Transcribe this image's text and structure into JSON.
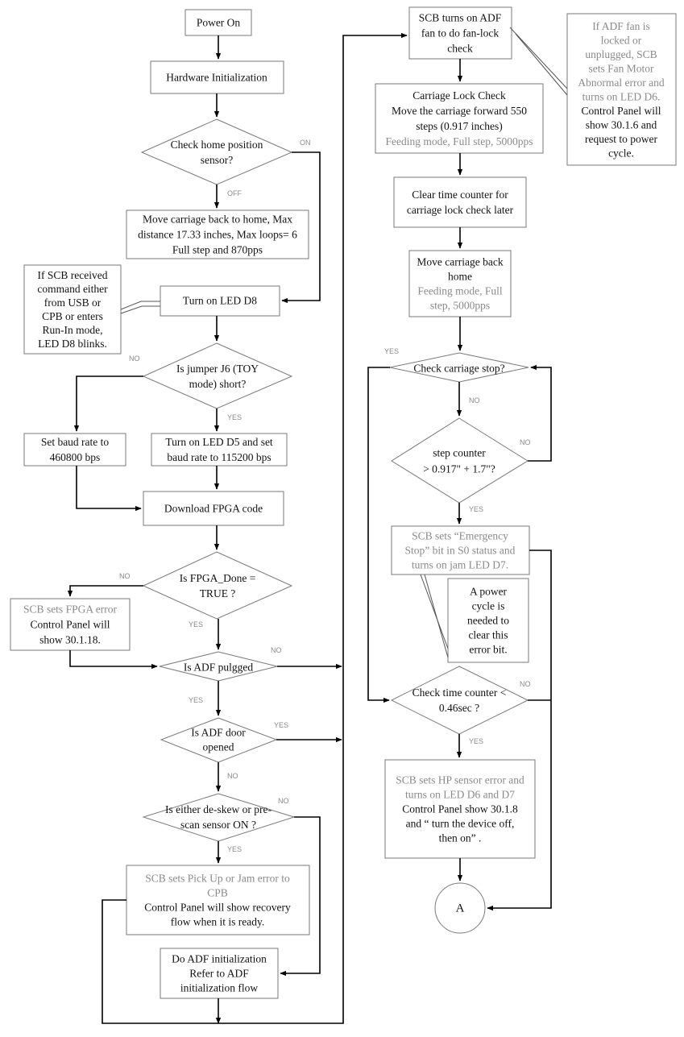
{
  "nodes": {
    "power_on": {
      "lines": [
        {
          "t": "Power On",
          "c": "dark"
        }
      ]
    },
    "hw_init": {
      "lines": [
        {
          "t": "Hardware Initialization",
          "c": "dark"
        }
      ]
    },
    "check_home": {
      "lines": [
        {
          "t": "Check home position",
          "c": "dark"
        },
        {
          "t": "sensor?",
          "c": "dark"
        }
      ]
    },
    "move_home": {
      "lines": [
        {
          "t": "Move carriage back to home, Max",
          "c": "dark"
        },
        {
          "t": "distance 17.33 inches, Max loops= 6",
          "c": "dark"
        },
        {
          "t": "Full step and 870pps",
          "c": "dark"
        }
      ]
    },
    "led_d8_note": {
      "lines": [
        {
          "t": "If SCB received",
          "c": "dark"
        },
        {
          "t": "command either",
          "c": "dark"
        },
        {
          "t": "from USB or",
          "c": "dark"
        },
        {
          "t": "CPB or enters",
          "c": "dark"
        },
        {
          "t": "Run-In mode,",
          "c": "dark"
        },
        {
          "t": "LED D8 blinks.",
          "c": "dark"
        }
      ]
    },
    "led_d8": {
      "lines": [
        {
          "t": "Turn on LED D8",
          "c": "dark"
        }
      ]
    },
    "jumper": {
      "lines": [
        {
          "t": "Is jumper J6 (TOY",
          "c": "dark"
        },
        {
          "t": "mode) short?",
          "c": "dark"
        }
      ]
    },
    "baud_460": {
      "lines": [
        {
          "t": "Set baud rate to",
          "c": "dark"
        },
        {
          "t": "460800 bps",
          "c": "dark"
        }
      ]
    },
    "baud_115": {
      "lines": [
        {
          "t": "Turn on LED D5 and set",
          "c": "dark"
        },
        {
          "t": "baud rate to 115200 bps",
          "c": "dark"
        }
      ]
    },
    "fpga_dl": {
      "lines": [
        {
          "t": "Download FPGA code",
          "c": "dark"
        }
      ]
    },
    "fpga_done": {
      "lines": [
        {
          "t": "Is FPGA_Done =",
          "c": "dark"
        },
        {
          "t": "TRUE ?",
          "c": "dark"
        }
      ]
    },
    "fpga_err": {
      "lines": [
        {
          "t": "SCB sets FPGA error",
          "c": "gray"
        },
        {
          "t": "Control Panel will",
          "c": "dark"
        },
        {
          "t": "show 30.1.18.",
          "c": "dark"
        }
      ]
    },
    "adf_plug": {
      "lines": [
        {
          "t": "Is ADF pulgged",
          "c": "dark"
        }
      ]
    },
    "adf_door": {
      "lines": [
        {
          "t": "Is ADF door",
          "c": "dark"
        },
        {
          "t": "opened",
          "c": "dark"
        }
      ]
    },
    "deskew": {
      "lines": [
        {
          "t": "Is either de-skew or pre-",
          "c": "dark"
        },
        {
          "t": "scan sensor ON ?",
          "c": "dark"
        }
      ]
    },
    "pickup_err": {
      "lines": [
        {
          "t": "SCB sets Pick Up or Jam error to",
          "c": "gray"
        },
        {
          "t": "CPB",
          "c": "gray"
        },
        {
          "t": "Control Panel will show recovery",
          "c": "dark"
        },
        {
          "t": "flow when it is ready.",
          "c": "dark"
        }
      ]
    },
    "adf_init": {
      "lines": [
        {
          "t": "Do ADF initialization",
          "c": "dark"
        },
        {
          "t": "Refer to ADF",
          "c": "dark"
        },
        {
          "t": "initialization flow",
          "c": "dark"
        }
      ]
    },
    "fan_check": {
      "lines": [
        {
          "t": "SCB turns on ADF",
          "c": "dark"
        },
        {
          "t": "fan to do fan-lock",
          "c": "dark"
        },
        {
          "t": "check",
          "c": "dark"
        }
      ]
    },
    "fan_note": {
      "lines": [
        {
          "t": "If ADF fan is",
          "c": "gray"
        },
        {
          "t": "locked or",
          "c": "gray"
        },
        {
          "t": "unplugged, SCB",
          "c": "gray"
        },
        {
          "t": "sets Fan Motor",
          "c": "gray"
        },
        {
          "t": "Abnormal error and",
          "c": "gray"
        },
        {
          "t": "turns on LED D6.",
          "c": "gray"
        },
        {
          "t": "Control Panel will",
          "c": "dark"
        },
        {
          "t": "show 30.1.6 and",
          "c": "dark"
        },
        {
          "t": "request to power",
          "c": "dark"
        },
        {
          "t": "cycle.",
          "c": "dark"
        }
      ]
    },
    "carriage_lock": {
      "lines": [
        {
          "t": "Carriage Lock Check",
          "c": "dark"
        },
        {
          "t": "Move the carriage forward 550",
          "c": "dark"
        },
        {
          "t": "steps (0.917 inches)",
          "c": "dark"
        },
        {
          "t": "Feeding mode, Full step, 5000pps",
          "c": "gray"
        }
      ]
    },
    "clear_counter": {
      "lines": [
        {
          "t": "Clear time counter for",
          "c": "dark"
        },
        {
          "t": "carriage lock check later",
          "c": "dark"
        }
      ]
    },
    "move_back": {
      "lines": [
        {
          "t": "Move carriage back",
          "c": "dark"
        },
        {
          "t": "home",
          "c": "dark"
        },
        {
          "t": "Feeding mode, Full",
          "c": "gray"
        },
        {
          "t": "step, 5000pps",
          "c": "gray"
        }
      ]
    },
    "carriage_stop": {
      "lines": [
        {
          "t": "Check carriage stop?",
          "c": "dark"
        }
      ]
    },
    "step_counter": {
      "lines": [
        {
          "t": "step counter",
          "c": "dark"
        },
        {
          "t": "> 0.917\" + 1.7\"?",
          "c": "dark"
        }
      ]
    },
    "emergency": {
      "lines": [
        {
          "t": "SCB sets “Emergency",
          "c": "gray"
        },
        {
          "t": "Stop” bit in S0 status and",
          "c": "gray"
        },
        {
          "t": "turns on jam LED D7.",
          "c": "gray"
        }
      ]
    },
    "power_note": {
      "lines": [
        {
          "t": "A power",
          "c": "dark"
        },
        {
          "t": "cycle is",
          "c": "dark"
        },
        {
          "t": "needed to",
          "c": "dark"
        },
        {
          "t": "clear this",
          "c": "dark"
        },
        {
          "t": "error bit.",
          "c": "dark"
        }
      ]
    },
    "time_counter": {
      "lines": [
        {
          "t": "Check time counter <",
          "c": "dark"
        },
        {
          "t": "0.46sec ?",
          "c": "dark"
        }
      ]
    },
    "hp_err": {
      "lines": [
        {
          "t": "SCB sets HP sensor error and",
          "c": "gray"
        },
        {
          "t": "turns on LED D6 and D7",
          "c": "gray"
        },
        {
          "t": "Control Panel show 30.1.8",
          "c": "dark"
        },
        {
          "t": "and  “ turn the device off,",
          "c": "dark"
        },
        {
          "t": "then on” .",
          "c": "dark"
        }
      ]
    },
    "connector_a": {
      "lines": [
        {
          "t": "A",
          "c": "dark"
        }
      ]
    }
  },
  "branch_labels": {
    "home_on": "ON",
    "home_off": "OFF",
    "jumper_no": "NO",
    "jumper_yes": "YES",
    "fpga_no": "NO",
    "fpga_yes": "YES",
    "plug_no": "NO",
    "plug_yes": "YES",
    "door_yes": "YES",
    "door_no": "NO",
    "deskew_no": "NO",
    "deskew_yes": "YES",
    "stop_yes": "YES",
    "stop_no": "NO",
    "step_no": "NO",
    "step_yes": "YES",
    "time_no": "NO",
    "time_yes": "YES"
  }
}
